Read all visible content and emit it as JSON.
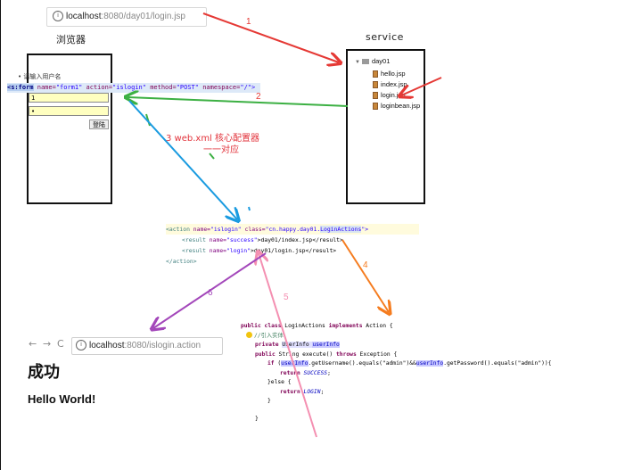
{
  "top_browser": {
    "url_host": "localhost",
    "url_path": ":8080/day01/login.jsp",
    "label": "浏览器"
  },
  "form": {
    "tag_open": "<s:form",
    "name_attr": " name=",
    "name_val": "\"form1\"",
    "action_attr": " action=",
    "action_val": "\"islogin\"",
    "method_attr": " method=",
    "method_val": "\"POST\"",
    "ns_attr": " namespace=",
    "ns_val": "\"/\">",
    "input1_value": "1",
    "input2_value": "•",
    "submit_label": "登陆",
    "partial_text": "• 请输入用户名"
  },
  "service": {
    "label": "service",
    "folder": "day01",
    "files": [
      "hello.jsp",
      "index.jsp",
      "login.jsp",
      "loginbean.jsp"
    ]
  },
  "steps": {
    "s1": "1",
    "s2": "2",
    "s3": "3 web.xml 核心配置器",
    "s3b": "一一对应",
    "s4": "4",
    "s5": "5",
    "s6": "6"
  },
  "xml": {
    "l1_open": "<action ",
    "l1_name_attr": "name=",
    "l1_name_val": "\"islogin\"",
    "l1_class_attr": " class=",
    "l1_class_val": "\"cn.happy.day01.",
    "l1_class_hl": "LoginActions",
    "l1_close": "\">",
    "l2_open": "<result ",
    "l2_attr": "name=",
    "l2_val": "\"success\"",
    "l2_text": ">day01/index.jsp</result>",
    "l3_open": "<result ",
    "l3_attr": "name=",
    "l3_val": "\"login\"",
    "l3_text": ">day01/login.jsp</result>",
    "l4": "</action>"
  },
  "java": {
    "l1_kw": "public class ",
    "l1_rest": "LoginActions ",
    "l1_kw2": "implements ",
    "l1_end": "Action {",
    "l2": "//引入实体",
    "l3_kw": "private ",
    "l3_type": "UserInfo ",
    "l3_fld": "userInfo",
    "l4_kw": "public ",
    "l4_rest": "String execute() ",
    "l4_kw2": "throws ",
    "l4_end": "Exception {",
    "l5_kw": "if ",
    "l5_a": "(",
    "l5_f1": "userInfo",
    "l5_b": ".getUsername().equals(\"admin\")&&",
    "l5_f2": "userInfo",
    "l5_c": ".getPassword().equals(\"admin\")){",
    "l6_kw": "return ",
    "l6_val": "SUCCESS",
    "l6_end": ";",
    "l7": "}else {",
    "l8_kw": "return ",
    "l8_val": "LOGIN",
    "l8_end": ";",
    "l9": "}",
    "l10": "}"
  },
  "bottom_browser": {
    "url_host": "localhost",
    "url_path": ":8080/islogin.action",
    "heading": "成功",
    "message": "Hello World!"
  },
  "colors": {
    "arrow1": "#e53935",
    "arrow2": "#3cb043",
    "arrow3": "#1a9be0",
    "arrow4": "#f57c1f",
    "arrow5": "#f48fb1",
    "arrow6": "#a347ba"
  }
}
